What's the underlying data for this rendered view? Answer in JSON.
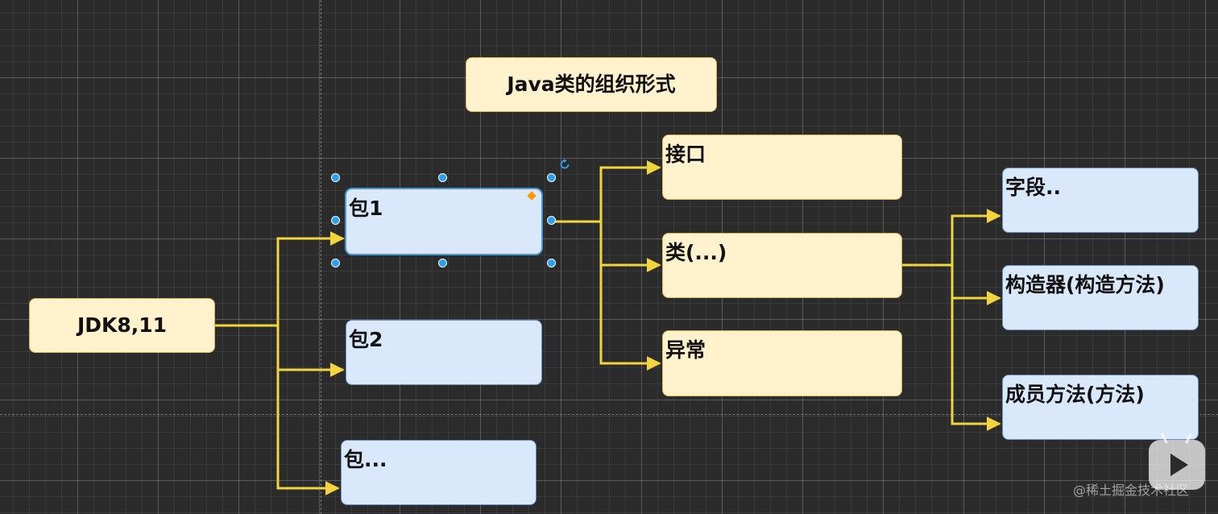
{
  "title": "Java类的组织形式",
  "root": {
    "label": "JDK8,11"
  },
  "packages": [
    {
      "label": "包1",
      "selected": true
    },
    {
      "label": "包2"
    },
    {
      "label": "包..."
    }
  ],
  "types": [
    {
      "label": "接口"
    },
    {
      "label": "类(...)"
    },
    {
      "label": "异常"
    }
  ],
  "members": [
    {
      "label": "字段.."
    },
    {
      "label": "构造器(构造方法)"
    },
    {
      "label": "成员方法(方法)"
    }
  ],
  "colors": {
    "background": "#2b2b2b",
    "yellow_fill": "#fff2cc",
    "blue_fill": "#dae8fc",
    "connector": "#f2d43c",
    "selection": "#29a0f0"
  },
  "watermark": "@稀土掘金技术社区"
}
